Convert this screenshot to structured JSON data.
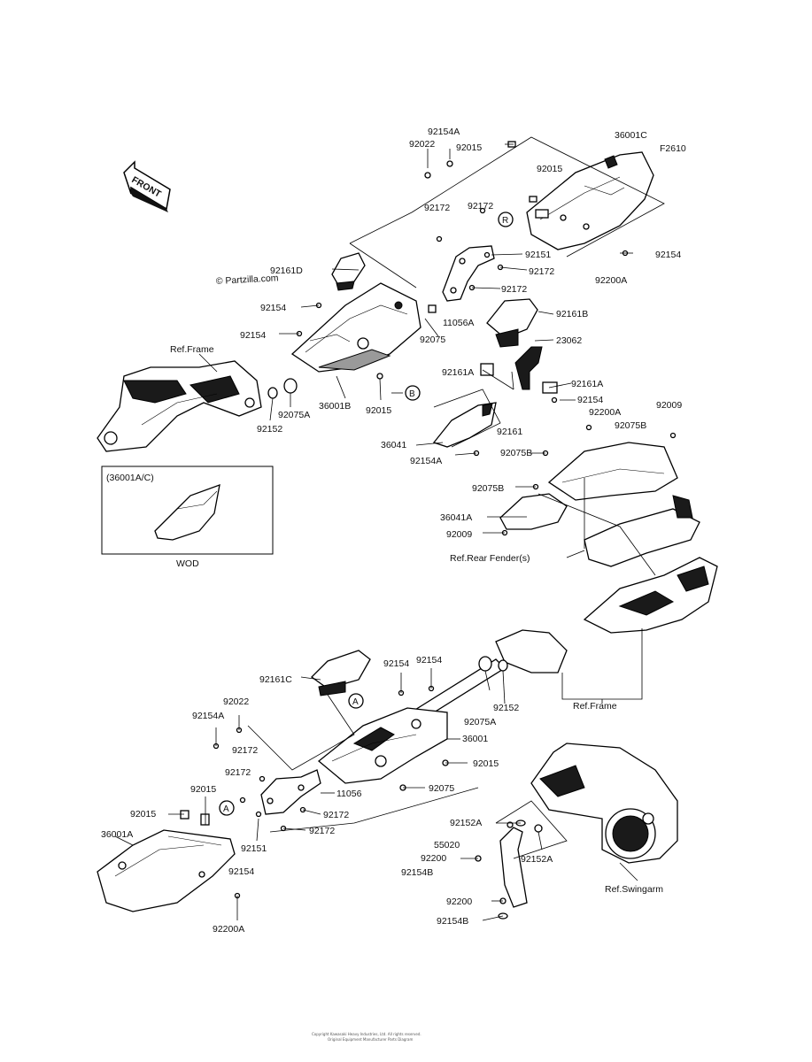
{
  "diagram": {
    "code": "F2610",
    "watermark": "© Partzilla.com",
    "front_label": "FRONT",
    "inset": {
      "title": "(36001A/C)",
      "caption": "WOD"
    },
    "callouts": {
      "r1": "R",
      "b1": "B",
      "a1": "A",
      "a2": "A"
    },
    "labels": {
      "l92154A_1": "92154A",
      "l92022_1": "92022",
      "l92015_1": "92015",
      "l36001C": "36001C",
      "l92015_2": "92015",
      "l92172_1": "92172",
      "l92172_2": "92172",
      "l92151_1": "92151",
      "l92154_1": "92154",
      "l92172_3": "92172",
      "l92200A_1": "92200A",
      "l92172_4": "92172",
      "l92161D": "92161D",
      "l11056A": "11056A",
      "l92161B": "92161B",
      "l92154_2": "92154",
      "l92154_3": "92154",
      "l92075_1": "92075",
      "l23062": "23062",
      "l92161A_1": "92161A",
      "l92161A_2": "92161A",
      "l92154_4": "92154",
      "l92200A_2": "92200A",
      "l92009_1": "92009",
      "lRefFrame_1": "Ref.Frame",
      "l92075A_1": "92075A",
      "l36001B": "36001B",
      "l92015_3": "92015",
      "l92152_1": "92152",
      "l92161_1": "92161",
      "l92075B_1": "92075B",
      "l36041": "36041",
      "l92075B_2": "92075B",
      "l92154A_2": "92154A",
      "l92075B_3": "92075B",
      "l36041A": "36041A",
      "l92009_2": "92009",
      "lRefRearFender": "Ref.Rear Fender(s)",
      "l92161C": "92161C",
      "l92154_5": "92154",
      "l92154_6": "92154",
      "l92022_2": "92022",
      "l92154A_3": "92154A",
      "l92152_2": "92152",
      "lRefFrame_2": "Ref.Frame",
      "l92075A_2": "92075A",
      "l36001": "36001",
      "l92172_5": "92172",
      "l92015_4": "92015",
      "l92172_6": "92172",
      "l11056": "11056",
      "l92015_5": "92015",
      "l92075_2": "92075",
      "l92015_6": "92015",
      "l92172_7": "92172",
      "l36001A": "36001A",
      "l92172_8": "92172",
      "l92151_2": "92151",
      "l92152A_1": "92152A",
      "l55020": "55020",
      "l92200_1": "92200",
      "l92152A_2": "92152A",
      "l92154B_1": "92154B",
      "l92154_7": "92154",
      "lRefSwingarm": "Ref.Swingarm",
      "l92200_2": "92200",
      "l92200A_3": "92200A",
      "l92154B_2": "92154B"
    },
    "footer": {
      "line1": "Copyright Kawasaki Heavy Industries, Ltd. All rights reserved.",
      "line2": "Original Equipment Manufacturer Parts Diagram"
    }
  }
}
